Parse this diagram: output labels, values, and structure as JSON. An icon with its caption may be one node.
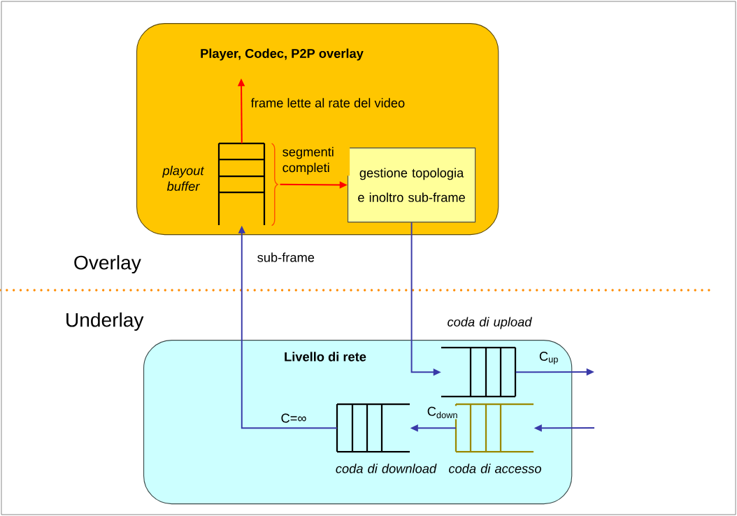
{
  "diagram": {
    "nodes": [
      {
        "text": [
          "Player, Codec, P2P overlay"
        ]
      },
      {
        "text": [],
        "shape": "box",
        "beside": [
          "playout buffer"
        ],
        "in": 0
      },
      {
        "text": [
          "gestione topologia e inoltro sub-frame"
        ],
        "in": 0
      },
      {
        "text": [
          "Livello di rete"
        ]
      },
      {
        "text": [],
        "shape": "box",
        "beside": [
          "coda di upload"
        ],
        "in": 3
      },
      {
        "text": [],
        "shape": "box",
        "beside": [
          "coda di download"
        ],
        "in": 3
      },
      {
        "text": [],
        "shape": "box",
        "beside": [
          "coda di accesso"
        ],
        "in": 3
      }
    ],
    "edges": [
      {
        "from": 1,
        "to": null,
        "arrow": "to",
        "label": "frame lette al rate del video",
        "color": "#ff0000"
      },
      {
        "from": 1,
        "to": 2,
        "arrow": "to",
        "label": "segmenti completi",
        "color": "#ff0000"
      },
      {
        "from": 2,
        "to": 4,
        "arrow": "to"
      },
      {
        "from": 4,
        "to": null,
        "arrow": "to",
        "label": "C$_{up}$"
      },
      {
        "from": null,
        "to": 6,
        "arrow": "to"
      },
      {
        "from": 6,
        "to": 5,
        "arrow": "to",
        "label": "C$_{down}$"
      },
      {
        "from": 5,
        "to": 1,
        "arrow": "to",
        "label": "sub-frame"
      }
    ],
    "labels": [
      "Overlay",
      "Underlay",
      "C=∞"
    ]
  }
}
